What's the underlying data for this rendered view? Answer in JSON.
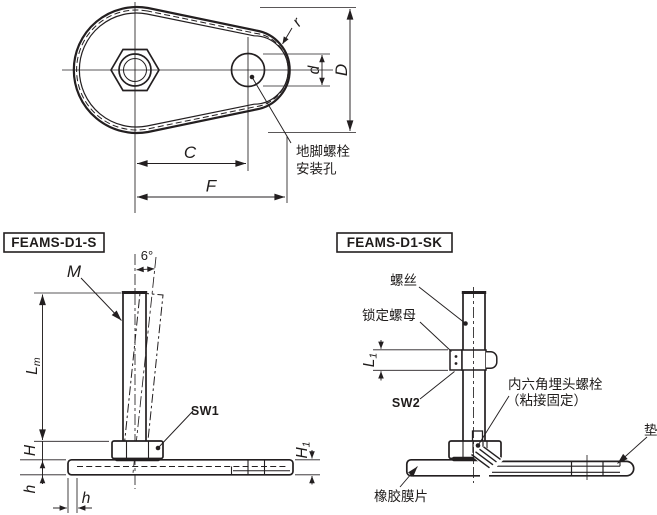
{
  "colors": {
    "line": "#231f20",
    "background": "#ffffff"
  },
  "top": {
    "dim_r": "r",
    "dim_d": "d",
    "dim_D": "D",
    "dim_C": "C",
    "dim_F": "F",
    "hole_note_line1": "地脚螺栓",
    "hole_note_line2": "安装孔"
  },
  "left": {
    "title": "FEAMS-D1-S",
    "angle_label": "6°",
    "dim_M": "M",
    "dim_Lm_base": "L",
    "dim_Lm_sub": "m",
    "dim_SW1": "SW1",
    "dim_H": "H",
    "dim_h_side": "h",
    "dim_h_bottom": "h",
    "dim_H1_base": "H",
    "dim_H1_sub": "1"
  },
  "right": {
    "title": "FEAMS-D1-SK",
    "label_screw": "螺丝",
    "label_lock_nut": "锁定螺母",
    "dim_L1_base": "L",
    "dim_L1_sub": "1",
    "dim_SW2": "SW2",
    "label_bolt_line1": "内六角埋头螺栓",
    "label_bolt_line2": "（粘接固定）",
    "label_washer": "垫",
    "label_rubber": "橡胶膜片"
  }
}
